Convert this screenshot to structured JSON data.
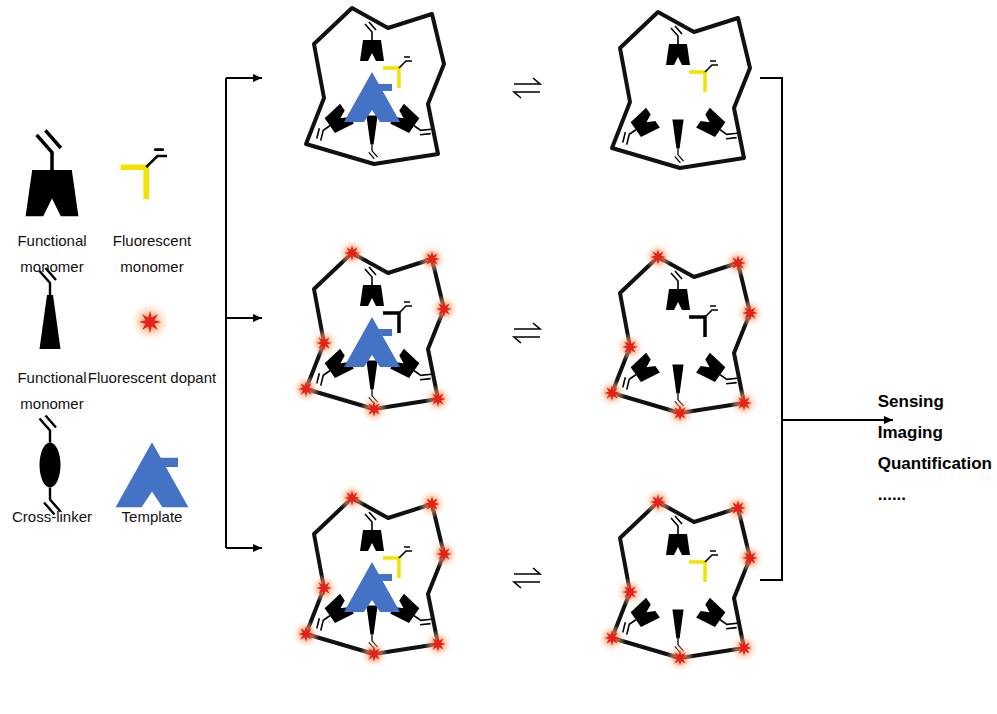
{
  "diagram": {
    "labels": [
      "Sensing",
      "Imaging",
      "Quantification",
      "......"
    ],
    "legend": [
      {
        "text": "Functional monomer"
      },
      {
        "text": "Fluorescent monomer"
      },
      {
        "text": "Functional monomer"
      },
      {
        "text": "Fluorescent dopant"
      },
      {
        "text": "Cross-linker"
      },
      {
        "text": "Template"
      }
    ]
  }
}
